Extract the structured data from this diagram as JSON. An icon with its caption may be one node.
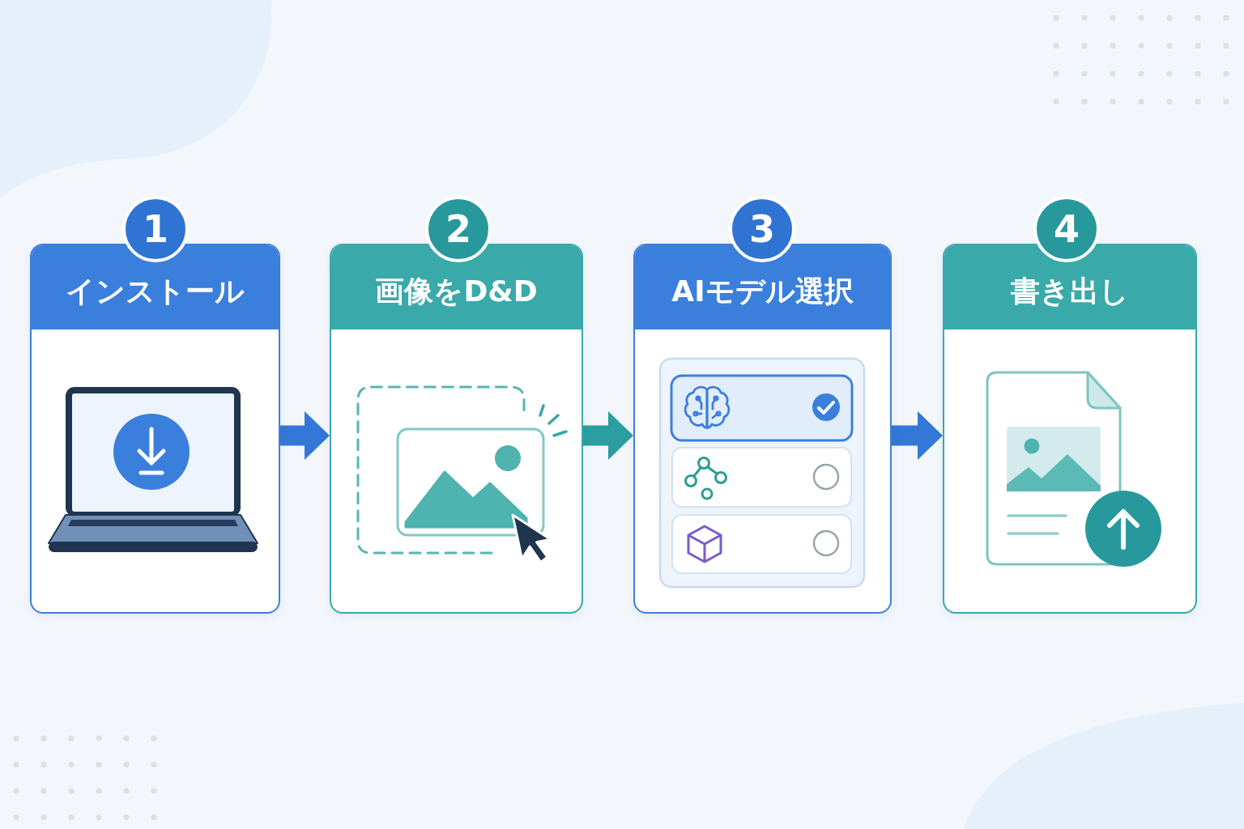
{
  "diagram": {
    "nodes": [
      {
        "text": [
          "1"
        ]
      },
      {
        "text": [
          "インストール"
        ]
      },
      {
        "text": [
          "2"
        ]
      },
      {
        "text": [
          "画像をD&D"
        ]
      },
      {
        "text": [
          "3"
        ]
      },
      {
        "text": [
          "AIモデル選択"
        ]
      },
      {
        "text": [
          "4"
        ]
      },
      {
        "text": [
          "書き出し"
        ]
      }
    ],
    "edges": [
      {
        "from": 1,
        "to": 3,
        "arrow": "to"
      },
      {
        "from": 3,
        "to": 5,
        "arrow": "to",
        "color": "#2a9ea0"
      },
      {
        "from": 5,
        "to": 7,
        "arrow": "to"
      }
    ]
  }
}
